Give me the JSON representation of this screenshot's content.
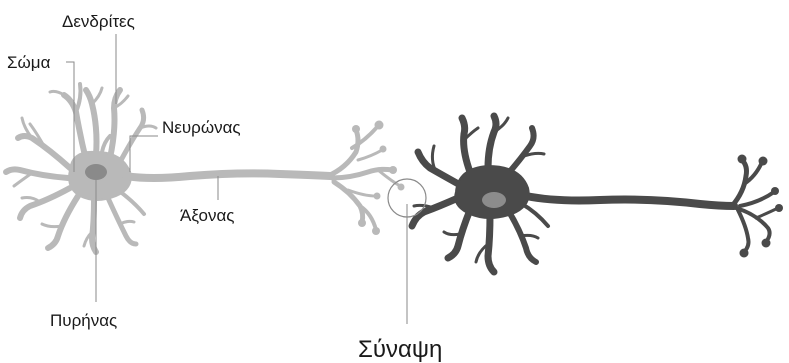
{
  "labels": {
    "dendrites": "Δενδρίτες",
    "soma": "Σώμα",
    "neuron": "Νευρώνας",
    "axon": "Άξονας",
    "nucleus": "Πυρήνας",
    "synapse": "Σύναψη"
  },
  "colors": {
    "neuron_light": "#b9b9b9",
    "neuron_light_nucleus": "#8a8a8a",
    "neuron_dark": "#4a4a4a",
    "neuron_dark_nucleus": "#8c8c8c",
    "leader_line": "#8a8a8a",
    "text": "#1a1a1a"
  }
}
